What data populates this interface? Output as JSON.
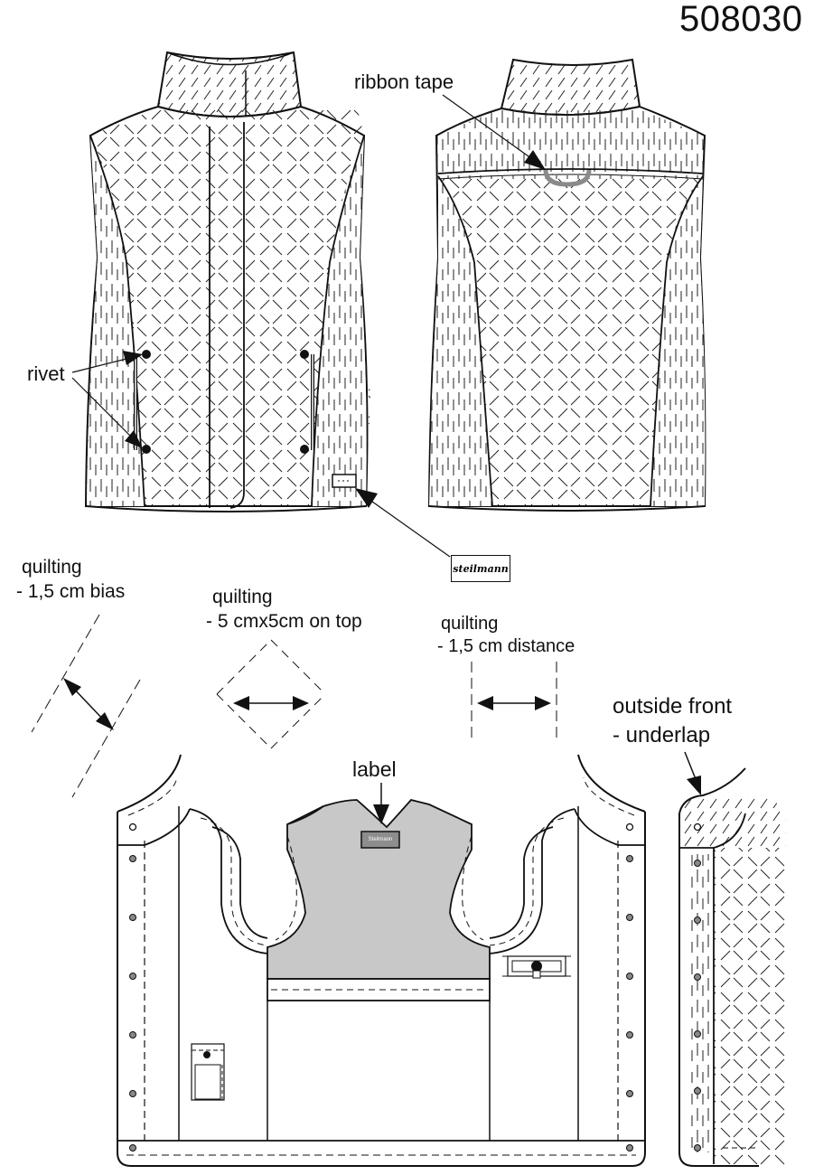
{
  "article_number": "508030",
  "callouts": {
    "ribbon_tape": "ribbon tape",
    "rivet": "rivet",
    "label": "label",
    "outside_front_line1": "outside front",
    "outside_front_line2": "- underlap"
  },
  "quilting": {
    "bias_title": "quilting",
    "bias_detail": "- 1,5 cm bias",
    "diamond_title": "quilting",
    "diamond_detail": "- 5 cmx5cm on top",
    "distance_title": "quilting",
    "distance_detail": "- 1,5 cm distance"
  },
  "brand_tag": "steilmann",
  "inner_label": "Steilmann",
  "colors": {
    "line": "#111111",
    "lining_grey": "#c8c8c8",
    "ribbon_grey": "#8a8a8a"
  }
}
